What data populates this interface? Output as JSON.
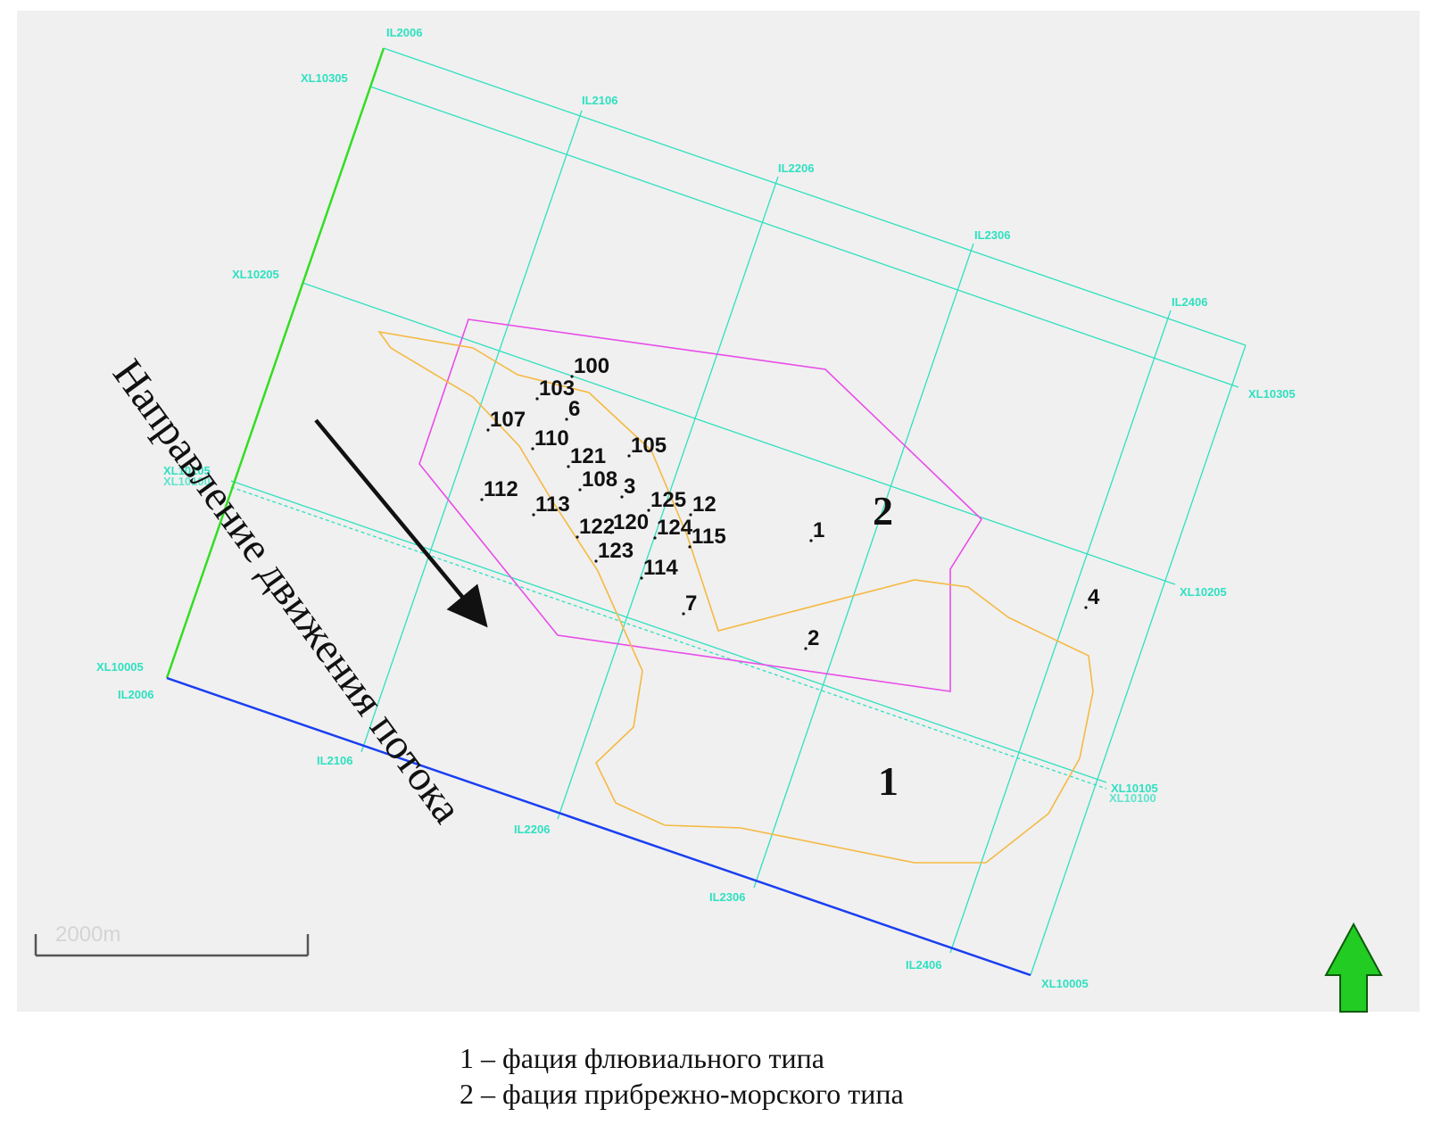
{
  "colors": {
    "background": "#f0f0f0",
    "grid": "#2fe0c0",
    "facies_1_outline": "#f5b942",
    "facies_2_outline": "#e84de8",
    "boundary_west": "#33dd22",
    "boundary_south": "#1a3ff0",
    "north_arrow": "#22cc22"
  },
  "grid_labels": {
    "il_2006_top": "IL2006",
    "il_2106_top": "IL2106",
    "il_2206_top": "IL2206",
    "il_2306_top": "IL2306",
    "il_2406_top": "IL2406",
    "xl_10305_left": "XL10305",
    "xl_10205_left": "XL10205",
    "xl_10105_left": "XL10105",
    "xl_10100_left": "XL10100",
    "xl_10005_left": "XL10005",
    "il_2006_bottom": "IL2006",
    "il_2106_bottom": "IL2106",
    "il_2206_bottom": "IL2206",
    "il_2306_bottom": "IL2306",
    "il_2406_bottom": "IL2406",
    "xl_10305_right": "XL10305",
    "xl_10205_right": "XL10205",
    "xl_10105_right": "XL10105",
    "xl_10100_right": "XL10100",
    "xl_10005_right": "XL10005"
  },
  "wells": {
    "w100": "100",
    "w103": "103",
    "w6": "6",
    "w107": "107",
    "w110": "110",
    "w105": "105",
    "w121": "121",
    "w108": "108",
    "w3": "3",
    "w112": "112",
    "w113": "113",
    "w125": "125",
    "w12": "12",
    "w122": "122",
    "w120": "120",
    "w124": "124",
    "w115": "115",
    "w123": "123",
    "w114": "114",
    "w7": "7",
    "w1": "1",
    "w2": "2",
    "w4": "4"
  },
  "zones": {
    "zone_2": "2",
    "zone_1": "1"
  },
  "flow_direction_label": "Направление движения потока",
  "scale_bar_label": "2000m",
  "legend": {
    "item_1": "1 – фация флювиального типа",
    "item_2": "2 – фация прибрежно-морского типа"
  }
}
